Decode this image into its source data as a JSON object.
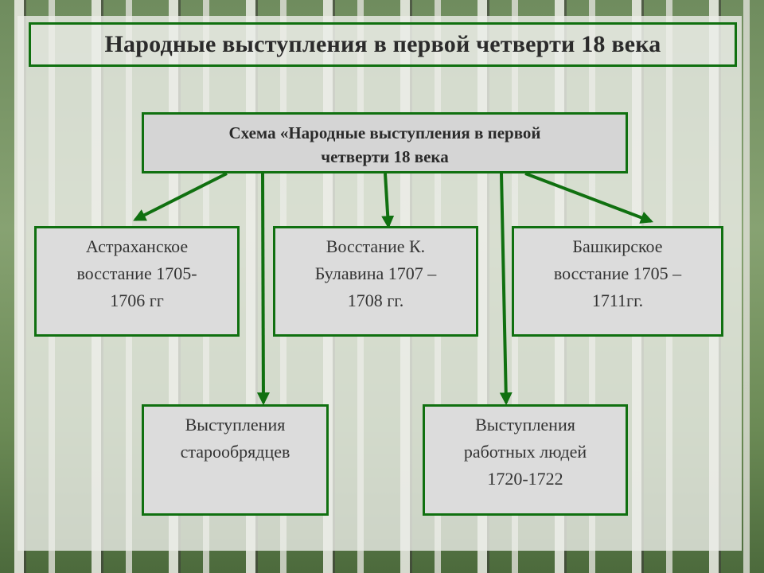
{
  "title": "Народные выступления в первой четверти  18 века",
  "center": {
    "line1": "Схема «Народные выступления в первой",
    "line2": "четверти 18 века"
  },
  "nodes": {
    "astrakhan": {
      "line1": "Астраханское",
      "line2": "восстание 1705-",
      "line3": "1706 гг"
    },
    "bulavin": {
      "line1": "Восстание К.",
      "line2": "Булавина 1707 –",
      "line3": "1708 гг."
    },
    "bashkir": {
      "line1": "Башкирское",
      "line2": "восстание 1705 –",
      "line3": "1711гг."
    },
    "oldbelievers": {
      "line1": "Выступления",
      "line2": "старообрядцев"
    },
    "workers": {
      "line1": "Выступления",
      "line2": "работных людей",
      "line3": "1720-1722"
    }
  },
  "colors": {
    "border": "#107010",
    "arrow": "#107010",
    "box_fill": "#dcdcdc"
  }
}
